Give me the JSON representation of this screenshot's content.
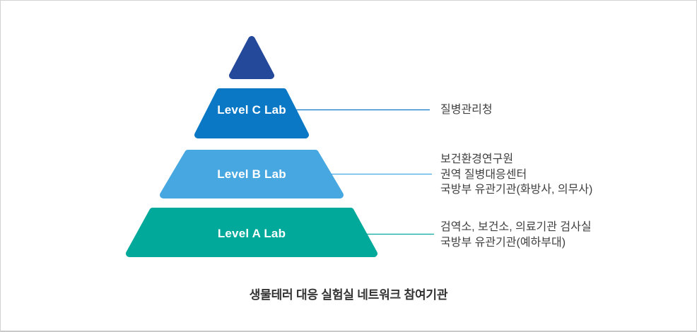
{
  "diagram": {
    "caption": "생물테러 대응 실험실 네트워크 참여기관",
    "levels": [
      {
        "name": "apex",
        "label": "",
        "color": "#24489a",
        "orgs": []
      },
      {
        "name": "level-c",
        "label": "Level C Lab",
        "color": "#0b78c6",
        "orgs": [
          "질병관리청"
        ]
      },
      {
        "name": "level-b",
        "label": "Level B Lab",
        "color": "#47a7e0",
        "orgs": [
          "보건환경연구원",
          "권역 질병대응센터",
          "국방부 유관기관(화방사, 의무사)"
        ]
      },
      {
        "name": "level-a",
        "label": "Level A Lab",
        "color": "#00a99a",
        "orgs": [
          "검역소, 보건소, 의료기관 검사실",
          "국방부 유관기관(예하부대)"
        ]
      }
    ]
  }
}
